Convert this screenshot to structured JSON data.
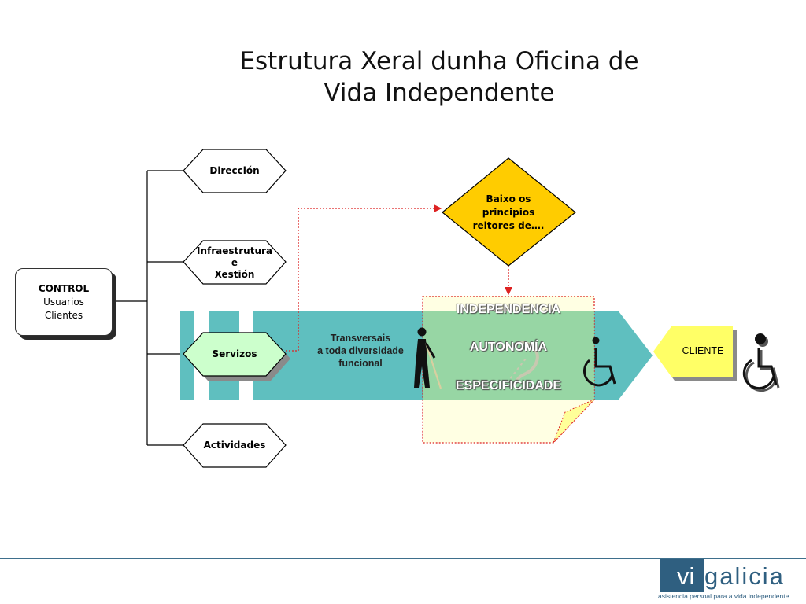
{
  "title": {
    "line1": "Estrutura Xeral dunha Oficina de",
    "line2": "Vida Independente"
  },
  "control": {
    "title": "CONTROL",
    "line1": "Usuarios",
    "line2": "Clientes"
  },
  "nodes": {
    "direccion": "Dirección",
    "infra_line1": "Infraestrutura",
    "infra_line2": "e",
    "infra_line3": "Xestión",
    "servizos": "Servizos",
    "actividades": "Actividades"
  },
  "diamond": {
    "line1": "Baixo os",
    "line2": "principios",
    "line3": "reitores de…."
  },
  "transversal": {
    "line1": "Transversais",
    "line2": "a toda diversidade",
    "line3": "funcional"
  },
  "values_note": {
    "independencia": "INDEPENDENCIA",
    "autonomia": "AUTONOMÍA",
    "especificidade": "ESPECIFICIDADE"
  },
  "cliente": "CLIENTE",
  "logo": {
    "vi": "vi",
    "rest": "galicia",
    "tagline": "asistencia persoal para a vida independente"
  },
  "colors": {
    "teal": "#5fbfbf",
    "diamond": "#ffcc00",
    "note": "#ffffcc",
    "cliente": "#ffff66",
    "servizos": "#ccffcc",
    "connector_red": "#dd2222",
    "brand_blue": "#2f5f80"
  },
  "icons": [
    "blind-person-icon",
    "deaf-ear-icon",
    "wheelchair-icon",
    "wheelchair-outline-icon"
  ]
}
